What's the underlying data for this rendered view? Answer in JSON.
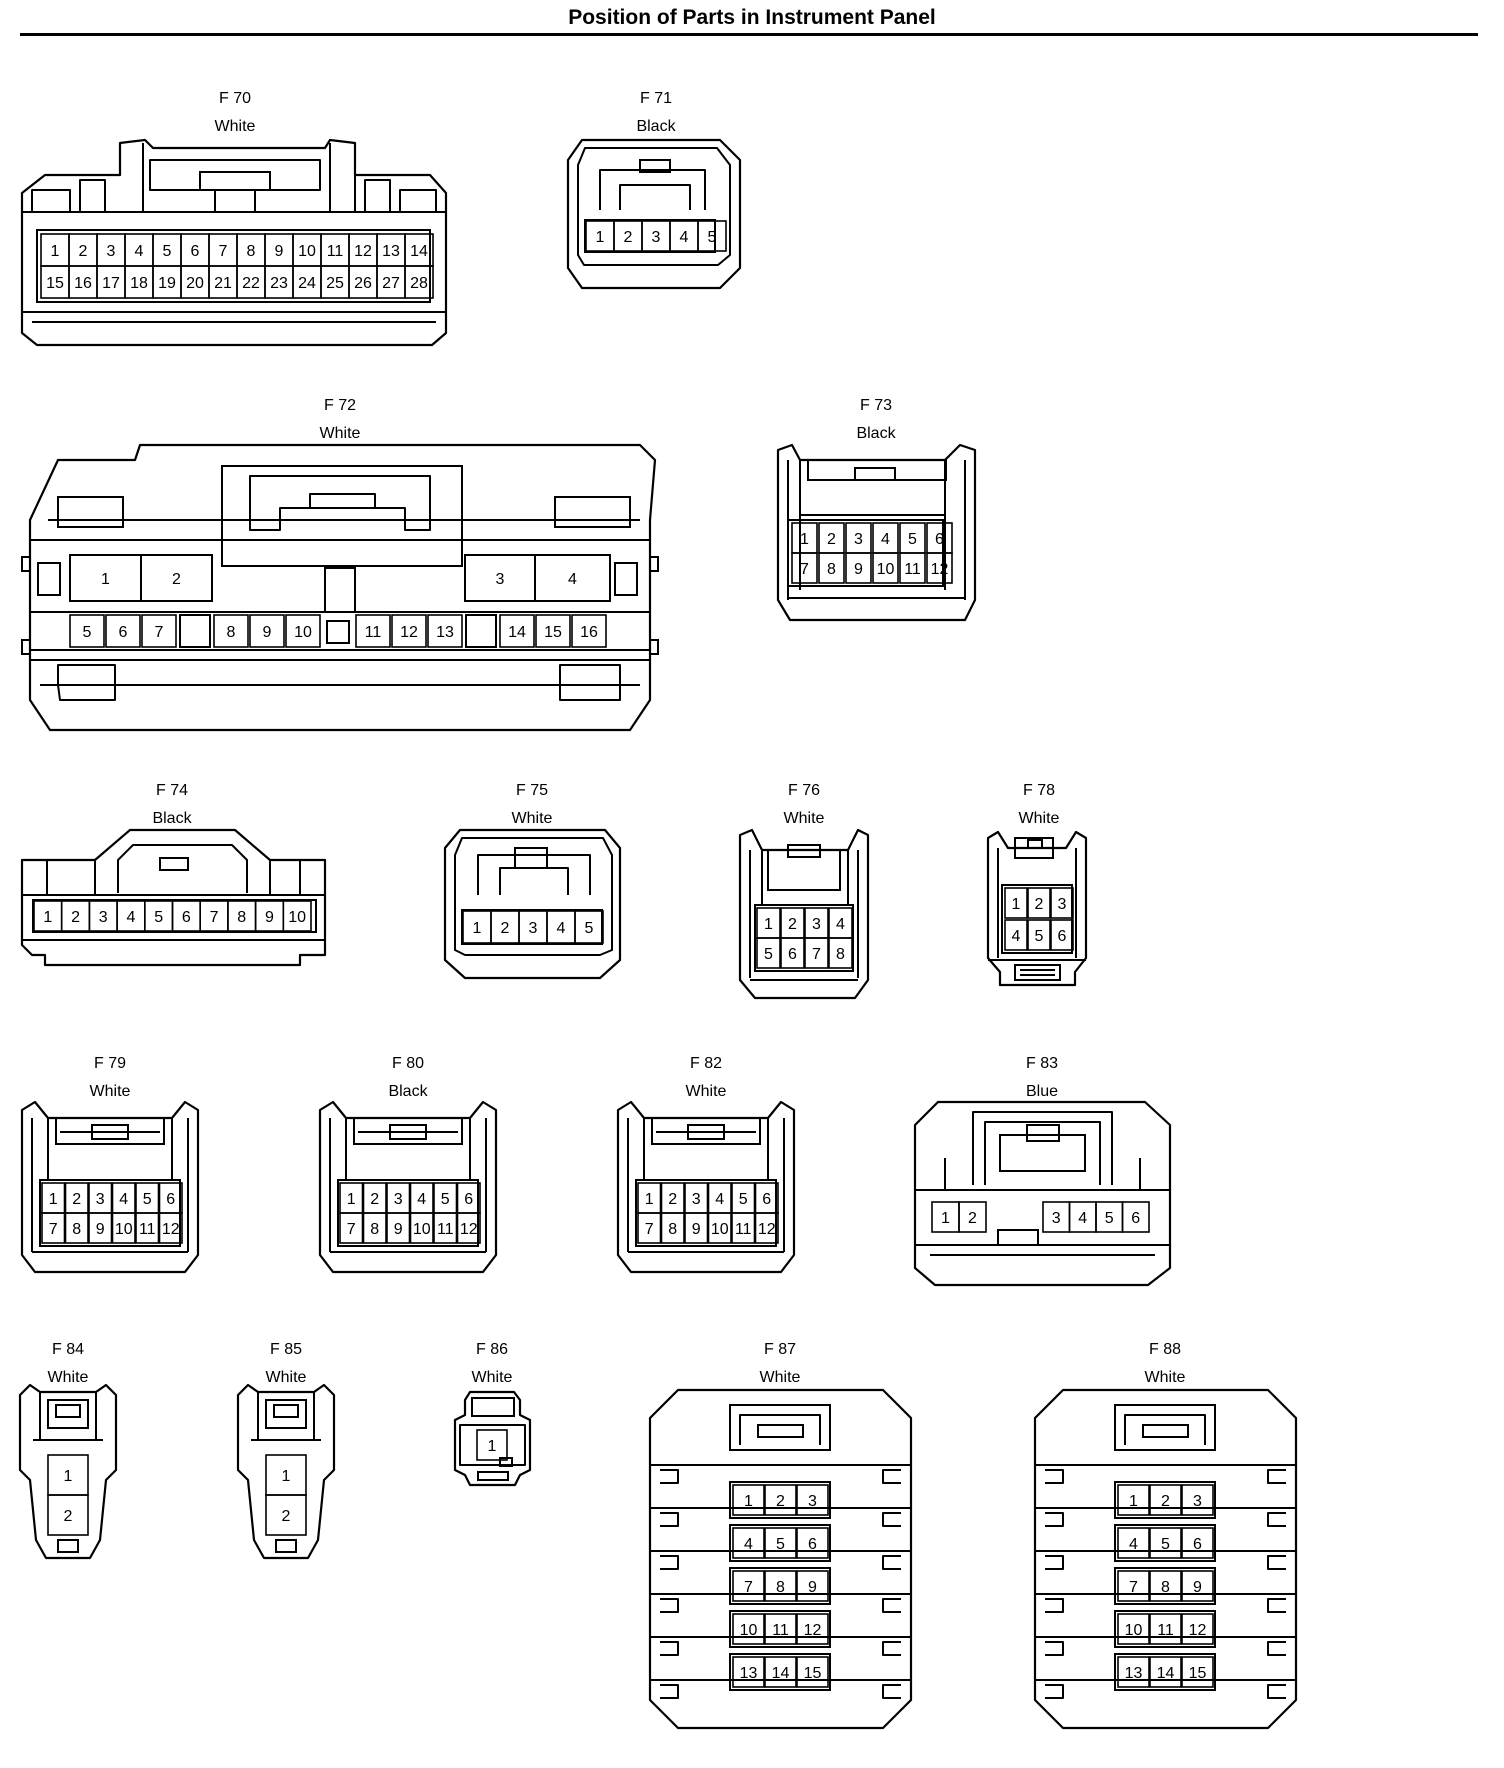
{
  "title": "Position of Parts in Instrument Panel",
  "connectors": [
    {
      "id": "F 70",
      "color": "White",
      "rows": [
        [
          1,
          2,
          3,
          4,
          5,
          6,
          7,
          8,
          9,
          10,
          11,
          12,
          13,
          14
        ],
        [
          15,
          16,
          17,
          18,
          19,
          20,
          21,
          22,
          23,
          24,
          25,
          26,
          27,
          28
        ]
      ]
    },
    {
      "id": "F 71",
      "color": "Black",
      "rows": [
        [
          1,
          2,
          3,
          4,
          5
        ]
      ]
    },
    {
      "id": "F 72",
      "color": "White",
      "rows": [
        [
          1,
          2,
          3,
          4
        ],
        [
          5,
          6,
          7,
          8,
          9,
          10,
          11,
          12,
          13,
          14,
          15,
          16
        ]
      ]
    },
    {
      "id": "F 73",
      "color": "Black",
      "rows": [
        [
          1,
          2,
          3,
          4,
          5,
          6
        ],
        [
          7,
          8,
          9,
          10,
          11,
          12
        ]
      ]
    },
    {
      "id": "F 74",
      "color": "Black",
      "rows": [
        [
          1,
          2,
          3,
          4,
          5,
          6,
          7,
          8,
          9,
          10
        ]
      ]
    },
    {
      "id": "F 75",
      "color": "White",
      "rows": [
        [
          1,
          2,
          3,
          4,
          5
        ]
      ]
    },
    {
      "id": "F 76",
      "color": "White",
      "rows": [
        [
          1,
          2,
          3,
          4
        ],
        [
          5,
          6,
          7,
          8
        ]
      ]
    },
    {
      "id": "F 78",
      "color": "White",
      "rows": [
        [
          1,
          2,
          3
        ],
        [
          4,
          5,
          6
        ]
      ]
    },
    {
      "id": "F 79",
      "color": "White",
      "rows": [
        [
          1,
          2,
          3,
          4,
          5,
          6
        ],
        [
          7,
          8,
          9,
          10,
          11,
          12
        ]
      ]
    },
    {
      "id": "F 80",
      "color": "Black",
      "rows": [
        [
          1,
          2,
          3,
          4,
          5,
          6
        ],
        [
          7,
          8,
          9,
          10,
          11,
          12
        ]
      ]
    },
    {
      "id": "F 82",
      "color": "White",
      "rows": [
        [
          1,
          2,
          3,
          4,
          5,
          6
        ],
        [
          7,
          8,
          9,
          10,
          11,
          12
        ]
      ]
    },
    {
      "id": "F 83",
      "color": "Blue",
      "rows": [
        [
          1,
          2
        ],
        [
          3,
          4,
          5,
          6
        ]
      ]
    },
    {
      "id": "F 84",
      "color": "White",
      "rows": [
        [
          1
        ],
        [
          2
        ]
      ]
    },
    {
      "id": "F 85",
      "color": "White",
      "rows": [
        [
          1
        ],
        [
          2
        ]
      ]
    },
    {
      "id": "F 86",
      "color": "White",
      "rows": [
        [
          1
        ]
      ]
    },
    {
      "id": "F 87",
      "color": "White",
      "rows": [
        [
          1,
          2,
          3
        ],
        [
          4,
          5,
          6
        ],
        [
          7,
          8,
          9
        ],
        [
          10,
          11,
          12
        ],
        [
          13,
          14,
          15
        ]
      ]
    },
    {
      "id": "F 88",
      "color": "White",
      "rows": [
        [
          1,
          2,
          3
        ],
        [
          4,
          5,
          6
        ],
        [
          7,
          8,
          9
        ],
        [
          10,
          11,
          12
        ],
        [
          13,
          14,
          15
        ]
      ]
    }
  ]
}
